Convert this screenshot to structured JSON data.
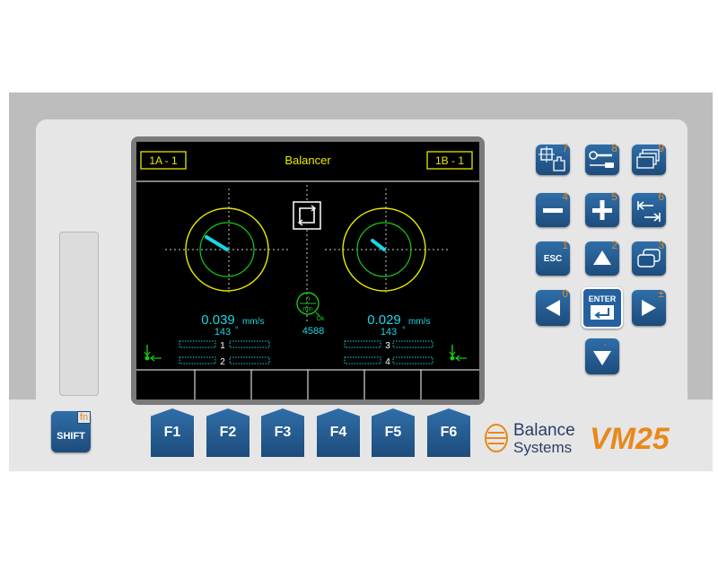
{
  "screen": {
    "plane_left": "1A - 1",
    "title": "Balancer",
    "plane_right": "1B - 1",
    "left_value": "0.039",
    "left_unit": "mm/s",
    "left_angle": "143",
    "right_value": "0.029",
    "right_unit": "mm/s",
    "right_angle": "143",
    "rpm_n": "n",
    "rpm_min": "min",
    "rpm_ok": "Ok",
    "rpm_value": "4588",
    "row_index_1": "1",
    "row_index_2": "2",
    "row_index_3": "3",
    "row_index_4": "4",
    "degree_symbol": "°"
  },
  "keys": {
    "num_7": "7",
    "num_8": "8",
    "num_9": "9",
    "num_4": "4",
    "num_5": "5",
    "num_6": "6",
    "num_1": "1",
    "num_2": "2",
    "num_3": "3",
    "num_0": "0",
    "num_pm": "±",
    "num_dot": ".",
    "esc": "ESC",
    "enter": "ENTER",
    "shift": "SHIFT",
    "fn": "fn"
  },
  "function_keys": [
    "F1",
    "F2",
    "F3",
    "F4",
    "F5",
    "F6"
  ],
  "brand": {
    "line1": "Balance",
    "line2": "Systems",
    "model": "VM25"
  },
  "colors": {
    "accent": "#e8891c",
    "key_blue": "#2561a0",
    "screen_yellow": "#e8e800",
    "screen_cyan": "#19d6e6",
    "screen_green": "#19c819"
  },
  "icons": [
    "manual-setup-icon",
    "tools-icon",
    "windows-icon",
    "minus-icon",
    "plus-icon",
    "tab-arrows-icon",
    "arrow-up-icon",
    "window-switch-icon",
    "arrow-left-icon",
    "arrow-right-icon",
    "arrow-down-icon",
    "enter-return-icon",
    "rotate-square-icon",
    "rpm-ok-icon",
    "sensor-left-icon",
    "sensor-right-icon",
    "balance-systems-logo-icon"
  ]
}
